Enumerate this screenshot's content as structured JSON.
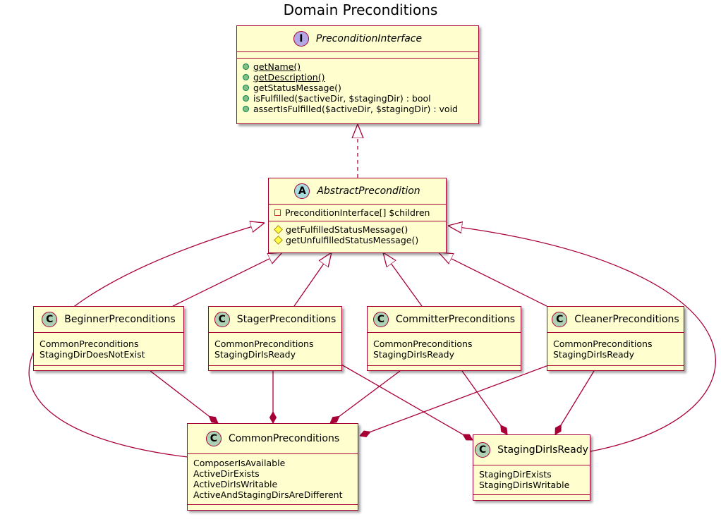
{
  "title": "Domain Preconditions",
  "stereotypes": {
    "class": "C",
    "abstract": "A",
    "interface": "I"
  },
  "colors": {
    "border": "#A80036",
    "fill": "#FEFECE",
    "class_badge": "#ADD1B2",
    "abstract_badge": "#A9DCDF",
    "interface_badge": "#B4A7E5"
  },
  "interface": {
    "name": "PreconditionInterface",
    "methods": [
      "getName()",
      "getDescription()",
      "getStatusMessage()",
      "isFulfilled($activeDir, $stagingDir) : bool",
      "assertIsFulfilled($activeDir, $stagingDir) : void"
    ]
  },
  "abstract": {
    "name": "AbstractPrecondition",
    "fields": [
      "PreconditionInterface[] $children"
    ],
    "methods": [
      "getFulfilledStatusMessage()",
      "getUnfulfilledStatusMessage()"
    ]
  },
  "beginner": {
    "name": "BeginnerPreconditions",
    "fields": [
      "CommonPreconditions",
      "StagingDirDoesNotExist"
    ]
  },
  "stager": {
    "name": "StagerPreconditions",
    "fields": [
      "CommonPreconditions",
      "StagingDirIsReady"
    ]
  },
  "committer": {
    "name": "CommitterPreconditions",
    "fields": [
      "CommonPreconditions",
      "StagingDirIsReady"
    ]
  },
  "cleaner": {
    "name": "CleanerPreconditions",
    "fields": [
      "CommonPreconditions",
      "StagingDirIsReady"
    ]
  },
  "common": {
    "name": "CommonPreconditions",
    "fields": [
      "ComposerIsAvailable",
      "ActiveDirExists",
      "ActiveDirIsWritable",
      "ActiveAndStagingDirsAreDifferent"
    ]
  },
  "staging": {
    "name": "StagingDirIsReady",
    "fields": [
      "StagingDirExists",
      "StagingDirIsWritable"
    ]
  }
}
